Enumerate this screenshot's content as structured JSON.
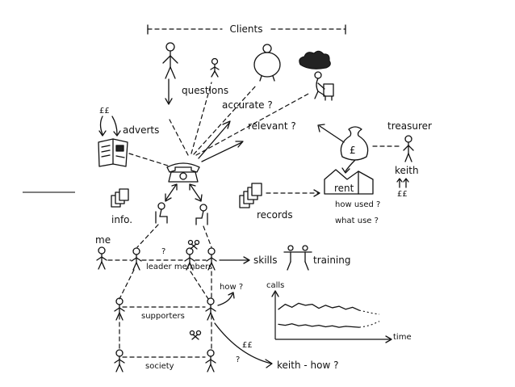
{
  "labels": {
    "clients": "Clients",
    "questions": "questions",
    "accurate": "accurate ?",
    "relevant": "relevant ?",
    "adverts": "adverts",
    "pounds_left": "££",
    "treasurer": "treasurer",
    "keith": "keith",
    "pounds_keith": "££",
    "rent": "rent",
    "how_used": "how used ?",
    "what_use": "what use ?",
    "info": "info.",
    "records": "records",
    "me": "me",
    "question_mark": "?",
    "leader_members": "leader members",
    "skills": "skills",
    "training": "training",
    "how": "how ?",
    "calls": "calls",
    "time": "time",
    "supporters": "supporters",
    "pounds_bottom": "££",
    "question_mark_bottom": "?",
    "keith_how": "keith - how ?",
    "society": "society",
    "money_bag_symbol": "£"
  },
  "chart_data": {
    "type": "line",
    "xlabel": "time",
    "ylabel": "calls",
    "series": [
      {
        "values": [
          6,
          7,
          6.4,
          7.2,
          6.8,
          7,
          6.2,
          6.8,
          6.3,
          6.6,
          6,
          6.4,
          5.8
        ],
        "projection": [
          5.8,
          5.5,
          5.2,
          5.0
        ]
      },
      {
        "values": [
          3,
          2.8,
          3.1,
          2.7,
          2.9,
          2.6,
          2.8,
          2.5,
          2.7,
          2.4,
          2.6,
          2.5,
          2.4
        ],
        "projection": [
          2.4,
          2.6,
          3.0,
          3.6
        ]
      }
    ]
  }
}
